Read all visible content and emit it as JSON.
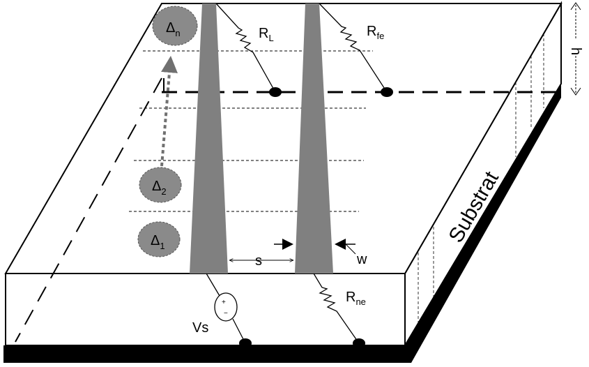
{
  "diagram": {
    "substrate_label": "Substrat",
    "h_label": "h",
    "s_label": "s",
    "w_label": "w",
    "vs_label": "Vs",
    "resistors": {
      "rl": {
        "main": "R",
        "sub": "L"
      },
      "rfe": {
        "main": "R",
        "sub": "fe"
      },
      "rne": {
        "main": "R",
        "sub": "ne"
      }
    },
    "deltas": [
      {
        "main": "Δ",
        "sub": "1"
      },
      {
        "main": "Δ",
        "sub": "2"
      },
      {
        "main": "Δ",
        "sub": "n"
      }
    ],
    "colors": {
      "conductor": "#808080",
      "delta_fill": "#8a8a8a",
      "line": "#000000",
      "arrow": "#707070"
    }
  }
}
